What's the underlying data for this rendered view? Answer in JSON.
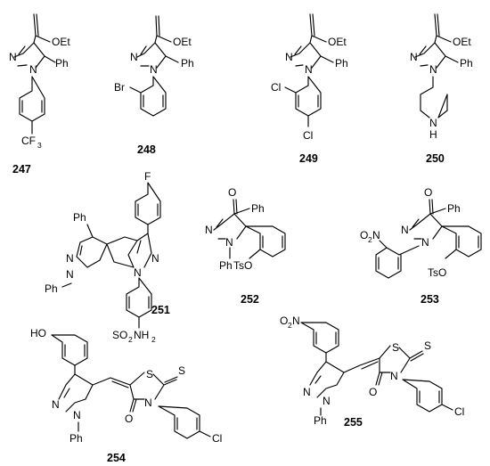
{
  "compounds": [
    {
      "number": "247",
      "labels": {
        "ester": "OEt",
        "n1": "N",
        "n2": "N",
        "ph": "Ph",
        "cf3": "CF",
        "cf3_sub": "3"
      }
    },
    {
      "number": "248",
      "labels": {
        "ester": "OEt",
        "n1": "N",
        "n2": "N",
        "ph": "Ph",
        "br": "Br"
      }
    },
    {
      "number": "249",
      "labels": {
        "ester": "OEt",
        "n1": "N",
        "n2": "N",
        "ph": "Ph",
        "cl1": "Cl",
        "cl2": "Cl"
      }
    },
    {
      "number": "250",
      "labels": {
        "ester": "OEt",
        "n1": "N",
        "n2": "N",
        "ph": "Ph",
        "nh": "N",
        "h": "H"
      }
    },
    {
      "number": "251",
      "labels": {
        "f": "F",
        "ph1": "Ph",
        "ph2": "Ph",
        "n1": "N",
        "n2": "N",
        "n3": "N",
        "n4": "N",
        "so2nh2": "SO",
        "so2_sub": "2",
        "nh2": "NH",
        "nh2_sub": "2"
      }
    },
    {
      "number": "252",
      "labels": {
        "o": "O",
        "ph": "Ph",
        "n1": "N",
        "n2": "N",
        "nph": "Ph",
        "ots": "TsO"
      }
    },
    {
      "number": "253",
      "labels": {
        "o": "O",
        "ph": "Ph",
        "no2": "O",
        "no2_sub": "2",
        "no2_n": "N",
        "n1": "N",
        "n2": "N",
        "ots": "TsO"
      }
    },
    {
      "number": "254",
      "labels": {
        "ho": "HO",
        "n1": "N",
        "n2": "N",
        "ph": "Ph",
        "s1": "S",
        "s2": "S",
        "n3": "N",
        "o": "O",
        "cl": "Cl"
      }
    },
    {
      "number": "255",
      "labels": {
        "no2": "O",
        "no2_sub": "2",
        "no2_n": "N",
        "n1": "N",
        "n2": "N",
        "ph": "Ph",
        "s1": "S",
        "s2": "S",
        "n3": "N",
        "o": "O",
        "cl": "Cl"
      }
    }
  ]
}
